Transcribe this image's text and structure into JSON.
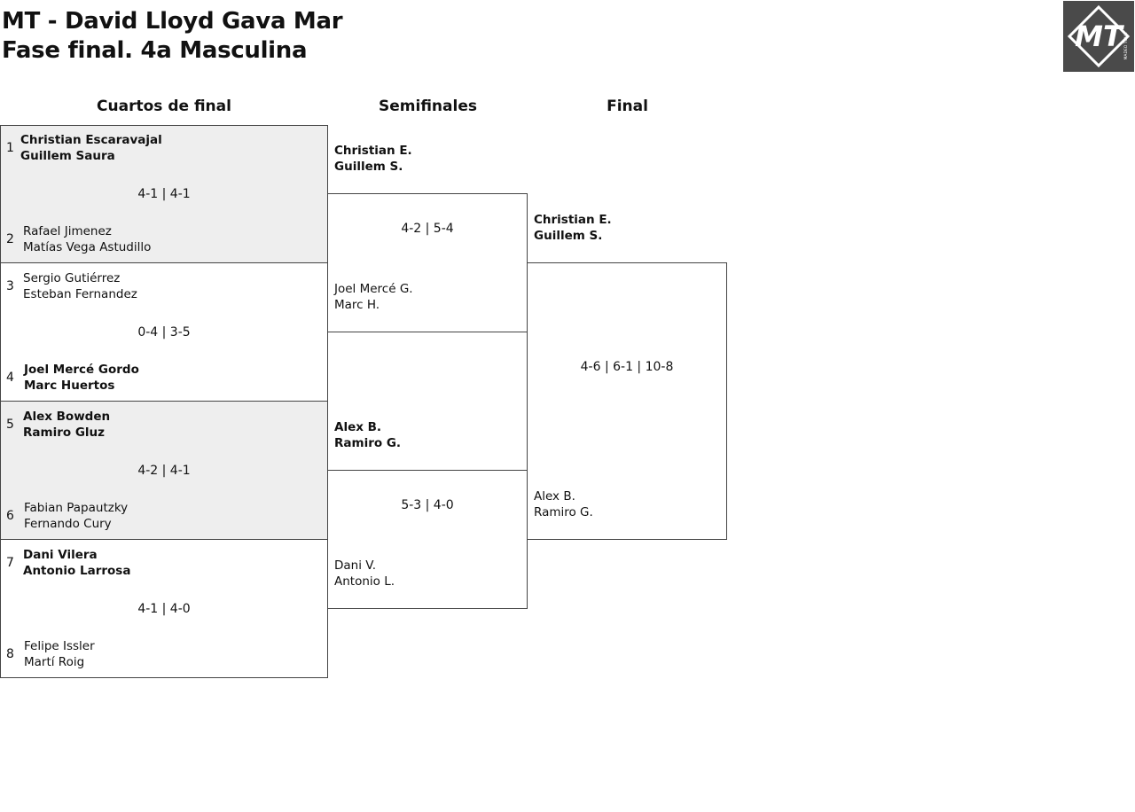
{
  "header": {
    "title_line1": "MT - David Lloyd Gava Mar",
    "title_line2": "Fase final. 4a Masculina",
    "logo_text": "MT",
    "logo_subtext": "MADEO TOUR"
  },
  "rounds": {
    "quarterfinals": "Cuartos de final",
    "semifinals": "Semifinales",
    "final": "Final"
  },
  "quarterfinals": [
    {
      "top": {
        "seed": "1",
        "player1": "Christian Escaravajal",
        "player2": "Guillem Saura"
      },
      "bottom": {
        "seed": "2",
        "player1": "Rafael Jimenez",
        "player2": "Matías Vega Astudillo"
      },
      "score": "4-1 | 4-1"
    },
    {
      "top": {
        "seed": "3",
        "player1": "Sergio Gutiérrez",
        "player2": "Esteban Fernandez"
      },
      "bottom": {
        "seed": "4",
        "player1": "Joel Mercé Gordo",
        "player2": "Marc Huertos"
      },
      "score": "0-4 | 3-5"
    },
    {
      "top": {
        "seed": "5",
        "player1": "Alex Bowden",
        "player2": "Ramiro Gluz"
      },
      "bottom": {
        "seed": "6",
        "player1": "Fabian Papautzky",
        "player2": "Fernando Cury"
      },
      "score": "4-2 | 4-1"
    },
    {
      "top": {
        "seed": "7",
        "player1": "Dani Vilera",
        "player2": "Antonio Larrosa"
      },
      "bottom": {
        "seed": "8",
        "player1": "Felipe Issler",
        "player2": "Martí Roig"
      },
      "score": "4-1 | 4-0"
    }
  ],
  "semifinals": [
    {
      "top": {
        "player1": "Christian E.",
        "player2": "Guillem S."
      },
      "bottom": {
        "player1": "Joel Mercé G.",
        "player2": "Marc H."
      },
      "score": "4-2 | 5-4"
    },
    {
      "top": {
        "player1": "Alex B.",
        "player2": "Ramiro G."
      },
      "bottom": {
        "player1": "Dani V.",
        "player2": "Antonio L."
      },
      "score": "5-3 | 4-0"
    }
  ],
  "final": {
    "top": {
      "player1": "Christian E.",
      "player2": "Guillem S."
    },
    "bottom": {
      "player1": "Alex B.",
      "player2": "Ramiro G."
    },
    "score": "4-6 | 6-1 | 10-8"
  }
}
